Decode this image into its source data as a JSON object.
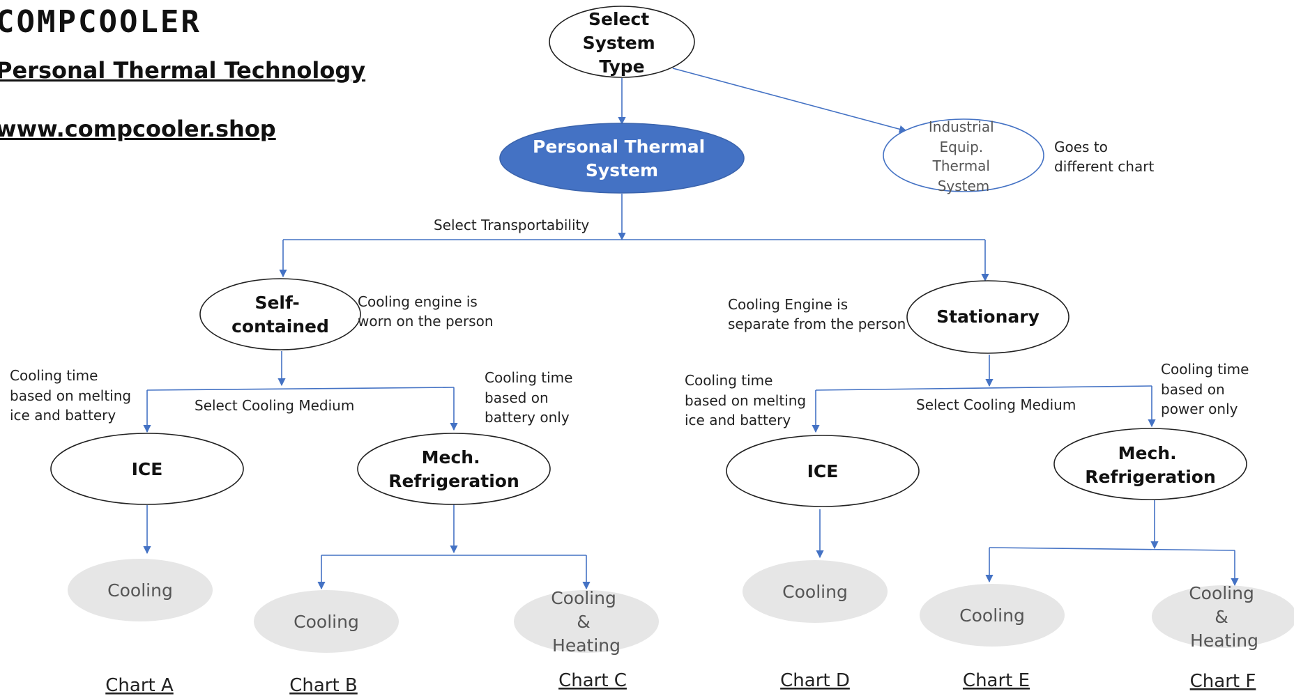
{
  "header": {
    "brand": "COMPCOOLER",
    "tagline": "Personal Thermal Technology",
    "website": "www.compcooler.shop"
  },
  "colors": {
    "edge": "#4472c4",
    "highlight_node": "#4472c4",
    "output_node": "#e6e6e6"
  },
  "nodes": {
    "select_type": [
      "Select",
      "System",
      "Type"
    ],
    "personal": [
      "Personal Thermal",
      "System"
    ],
    "industrial": [
      "Industrial",
      "Equip.",
      "Thermal",
      "System"
    ],
    "self_contained": [
      "Self-",
      "contained"
    ],
    "stationary": [
      "Stationary"
    ],
    "ice_left": [
      "ICE"
    ],
    "mech_left": [
      "Mech.",
      "Refrigeration"
    ],
    "ice_right": [
      "ICE"
    ],
    "mech_right": [
      "Mech.",
      "Refrigeration"
    ],
    "out_a": [
      "Cooling"
    ],
    "out_b": [
      "Cooling"
    ],
    "out_c": [
      "Cooling",
      "&",
      "Heating"
    ],
    "out_d": [
      "Cooling"
    ],
    "out_e": [
      "Cooling"
    ],
    "out_f": [
      "Cooling",
      "&",
      "Heating"
    ]
  },
  "notes": {
    "goes_to": [
      "Goes to",
      "different chart"
    ],
    "select_transportability": [
      "Select Transportability"
    ],
    "worn_on_person": [
      "Cooling engine is",
      "worn on the person"
    ],
    "separate_from_person": [
      "Cooling Engine is",
      "separate from the person"
    ],
    "ice_battery_left": [
      "Cooling time",
      "based on melting",
      "ice and battery"
    ],
    "battery_only": [
      "Cooling time",
      "based on",
      "battery only"
    ],
    "ice_battery_right": [
      "Cooling time",
      "based on melting",
      "ice and battery"
    ],
    "power_only": [
      "Cooling time",
      "based on",
      "power only"
    ],
    "select_medium_left": [
      "Select Cooling Medium"
    ],
    "select_medium_right": [
      "Select Cooling Medium"
    ]
  },
  "chart_labels": {
    "a": "Chart A",
    "b": "Chart B",
    "c": "Chart C",
    "d": "Chart D",
    "e": "Chart E",
    "f": "Chart F"
  }
}
